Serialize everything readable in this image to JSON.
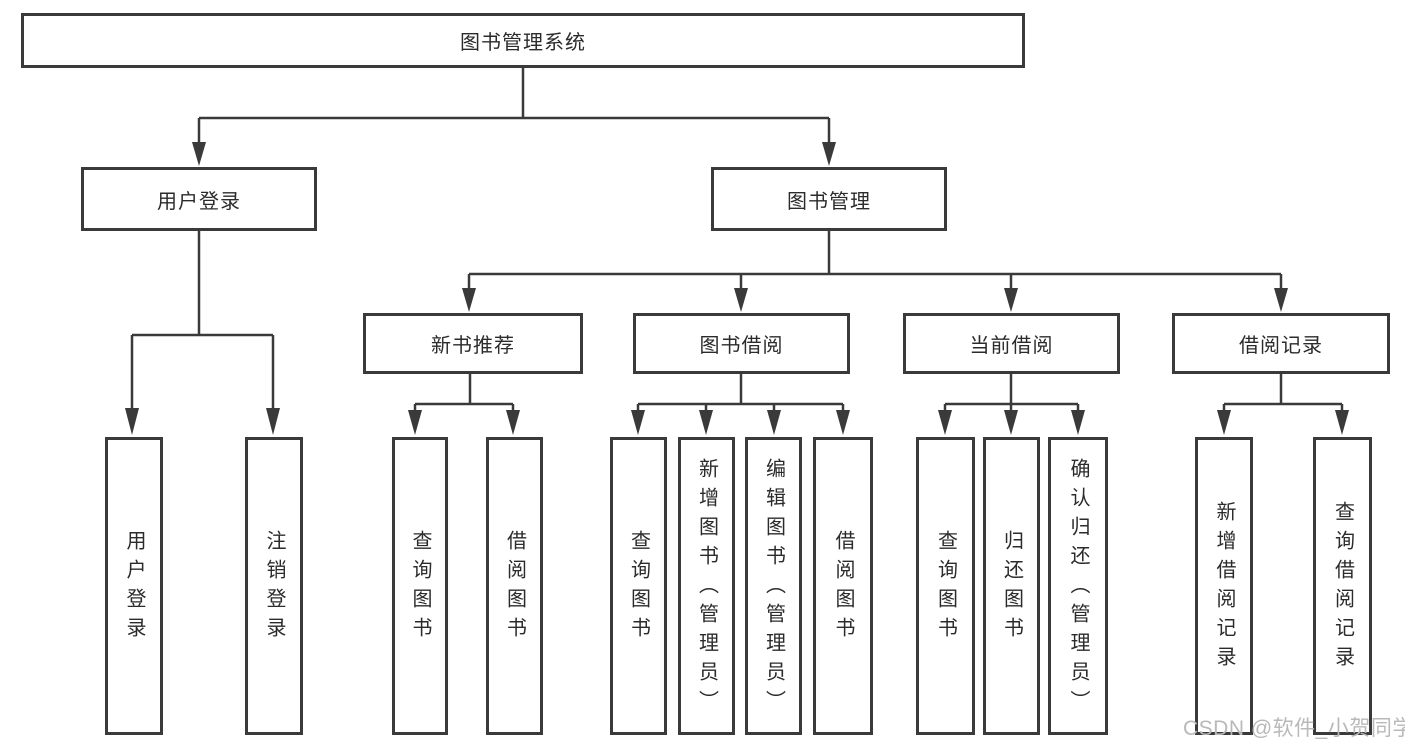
{
  "diagram": {
    "type": "tree",
    "title": "图书管理系统",
    "nodes": {
      "root": "图书管理系统",
      "user_login": "用户登录",
      "book_mgmt": "图书管理",
      "new_book": "新书推荐",
      "book_borrow": "图书借阅",
      "current_borrow": "当前借阅",
      "borrow_record": "借阅记录",
      "leaf_login": "用户登录",
      "leaf_logout": "注销登录",
      "leaf_nb_query": "查询图书",
      "leaf_nb_borrow": "借阅图书",
      "leaf_bb_query": "查询图书",
      "leaf_bb_add": "新增图书（管理员）",
      "leaf_bb_edit": "编辑图书（管理员）",
      "leaf_bb_borrow": "借阅图书",
      "leaf_cb_query": "查询图书",
      "leaf_cb_return": "归还图书",
      "leaf_cb_confirm": "确认归还（管理员）",
      "leaf_br_add": "新增借阅记录",
      "leaf_br_query": "查询借阅记录"
    },
    "hierarchy": {
      "图书管理系统": {
        "用户登录": [
          "用户登录",
          "注销登录"
        ],
        "图书管理": {
          "新书推荐": [
            "查询图书",
            "借阅图书"
          ],
          "图书借阅": [
            "查询图书",
            "新增图书（管理员）",
            "编辑图书（管理员）",
            "借阅图书"
          ],
          "当前借阅": [
            "查询图书",
            "归还图书",
            "确认归还（管理员）"
          ],
          "借阅记录": [
            "新增借阅记录",
            "查询借阅记录"
          ]
        }
      }
    },
    "colors": {
      "line": "#3a3a3a",
      "border": "#3a3a3a",
      "text": "#2b2b2b",
      "watermark": "#b9b9b9",
      "background": "#ffffff"
    },
    "watermark": "CSDN @软件_小贺同学"
  }
}
